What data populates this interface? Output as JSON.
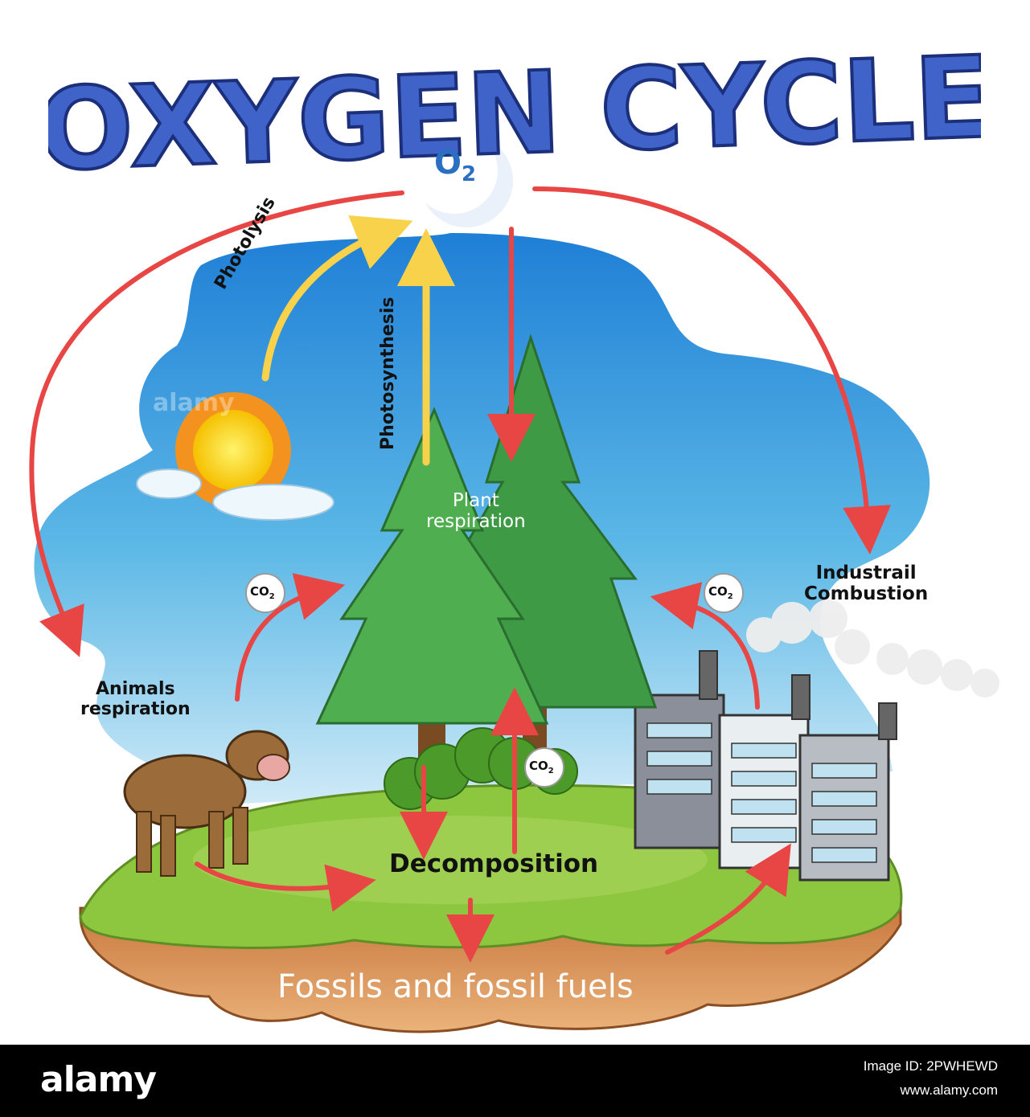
{
  "title": "OXYGEN CYCLE",
  "o2_label": "O",
  "o2_sub": "2",
  "co2_label": "CO",
  "co2_sub": "2",
  "labels": {
    "photolysis": "Photolysis",
    "photosynthesis": "Photosynthesis",
    "plant_respiration_1": "Plant",
    "plant_respiration_2": "respiration",
    "industrial_1": "Industrail",
    "industrial_2": "Combustion",
    "animals_1": "Animals",
    "animals_2": "respiration",
    "decomposition": "Decomposition",
    "fossils": "Fossils and fossil fuels"
  },
  "watermark": "alamy",
  "footer": {
    "brand": "alamy",
    "image_id_line": "Image ID: 2PWHEWD",
    "site": "www.alamy.com"
  },
  "colors": {
    "arrow_red": "#e84545",
    "arrow_yellow": "#f7d24a",
    "sky": "#5cb8e6",
    "grass": "#8dc63f",
    "soil": "#d99455",
    "title_blue": "#3f63c8"
  }
}
